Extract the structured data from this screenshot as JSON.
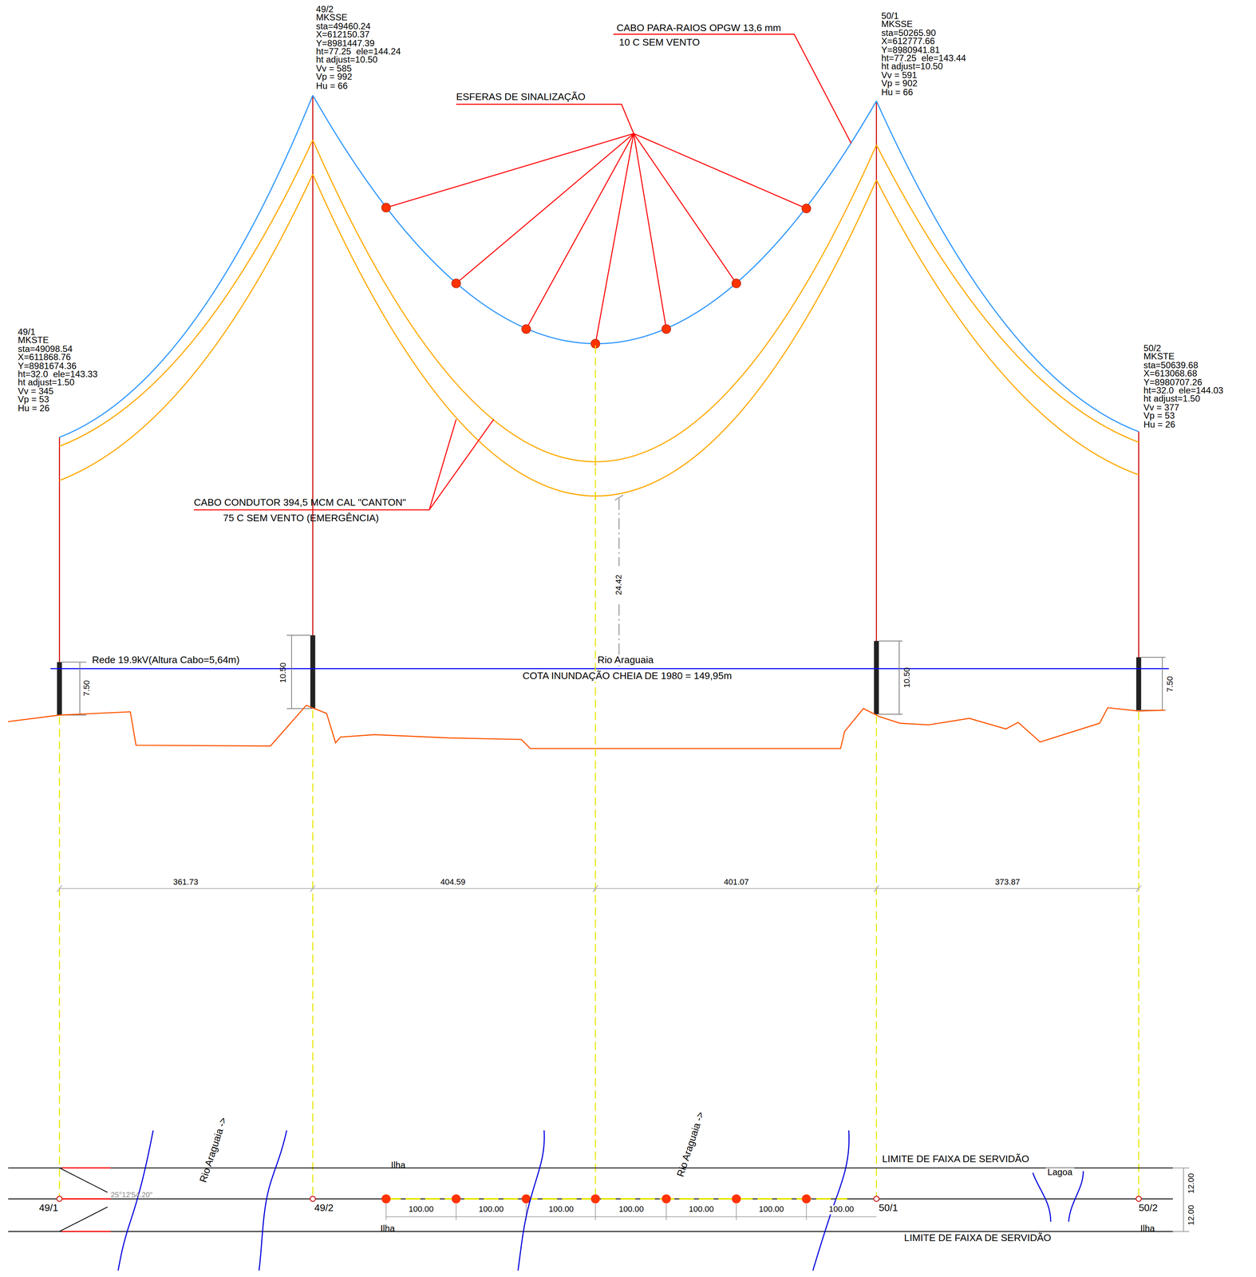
{
  "diagram": {
    "labels": [
      "49/1",
      "MKSTE",
      "sta=49098.54",
      "X=611868.76",
      "Y=8981674.36",
      "ht=32.0  ele=143.33",
      "ht adjust=1.50",
      "Vv = 345",
      "Vp = 53",
      "Hu = 26",
      "49/2",
      "MKSSE",
      "sta=49460.24",
      "X=612150.37",
      "Y=8981447.39",
      "ht=77.25  ele=144.24",
      "ht adjust=10.50",
      "Vv = 585",
      "Vp = 992",
      "Hu = 66",
      "50/1",
      "MKSSE",
      "sta=50265.90",
      "X=612777.66",
      "Y=8980941.81",
      "ht=77.25  ele=143.44",
      "ht adjust=10.50",
      "Vv = 591",
      "Vp = 902",
      "Hu = 66",
      "50/2",
      "MKSTE",
      "sta=50639.68",
      "X=613068.68",
      "Y=8980707.26",
      "ht=32.0  ele=144.03",
      "ht adjust=1.50",
      "Vv = 377",
      "Vp = 53",
      "Hu = 26",
      "CABO PARA-RAIOS OPGW 13,6 mm",
      "10 C SEM VENTO",
      "ESFERAS DE SINALIZAÇÃO",
      "CABO CONDUTOR 394,5 MCM CAL \"CANTON\"",
      "75 C SEM VENTO (EMERGÊNCIA)",
      "24.42",
      "Rede 19.9kV(Altura Cabo=5,64m)",
      "7.50",
      "10.50",
      "Rio Araguaia",
      "COTA INUNDAÇÃO CHEIA DE 1980 = 149,95m",
      "10.50",
      "7.50",
      "361.73",
      "404.59",
      "401.07",
      "373.87",
      "Rio Araguaia ->",
      "Rio Araguaia ->",
      "Ilha",
      "Ilha",
      "LIMITE DE FAIXA DE SERVIDÃO",
      "LIMITE DE FAIXA DE SERVIDÃO",
      "Lagoa",
      "Ilha",
      "12.00",
      "12.00",
      "100.00",
      "100.00",
      "100.00",
      "100.00",
      "100.00",
      "100.00",
      "100.00",
      "49/1",
      "49/2",
      "50/1",
      "50/2",
      "25°12'54.20\""
    ]
  }
}
